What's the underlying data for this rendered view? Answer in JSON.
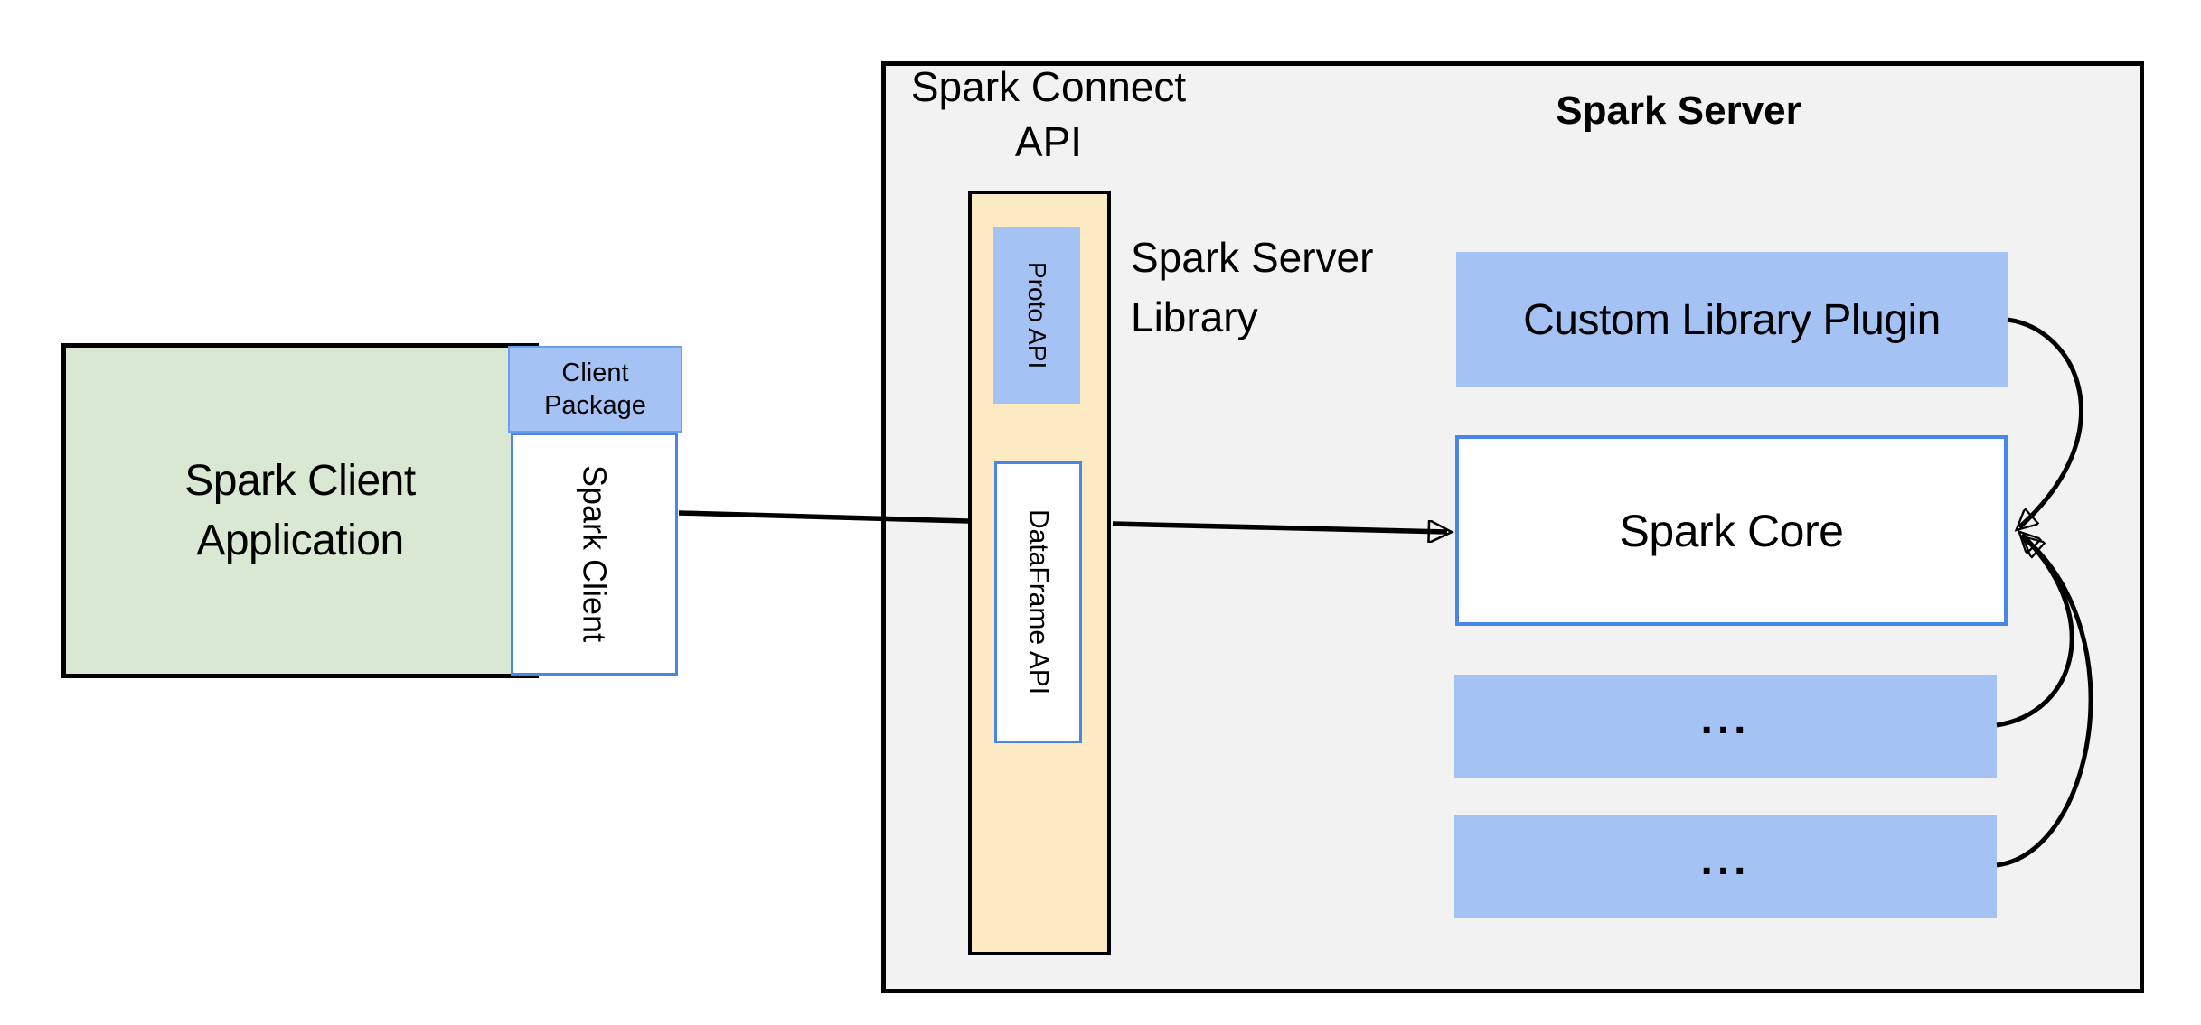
{
  "palette": {
    "background": "#FFFFFF",
    "green_fill": "#D9E8D3",
    "blue_fill": "#A4C2F4",
    "yellow_fill": "#FCEBC2",
    "gray_fill": "#F2F2F2",
    "blue_border": "#4A86E8",
    "black": "#000000"
  },
  "client": {
    "application": {
      "line1": "Spark Client",
      "line2": "Application"
    },
    "package": {
      "line1": "Client",
      "line2": "Package"
    },
    "spark_client": "Spark Client"
  },
  "connect": {
    "api_label": {
      "line1": "Spark Connect",
      "line2": "API"
    },
    "proto_api": "Proto  API",
    "dataframe_api": "DataFrame API",
    "server_library": {
      "line1": "Spark Server",
      "line2": "Library"
    }
  },
  "server": {
    "title": "Spark Server",
    "custom_plugin": "Custom Library Plugin",
    "spark_core": "Spark Core",
    "module_top": "...",
    "module_bottom": "..."
  }
}
